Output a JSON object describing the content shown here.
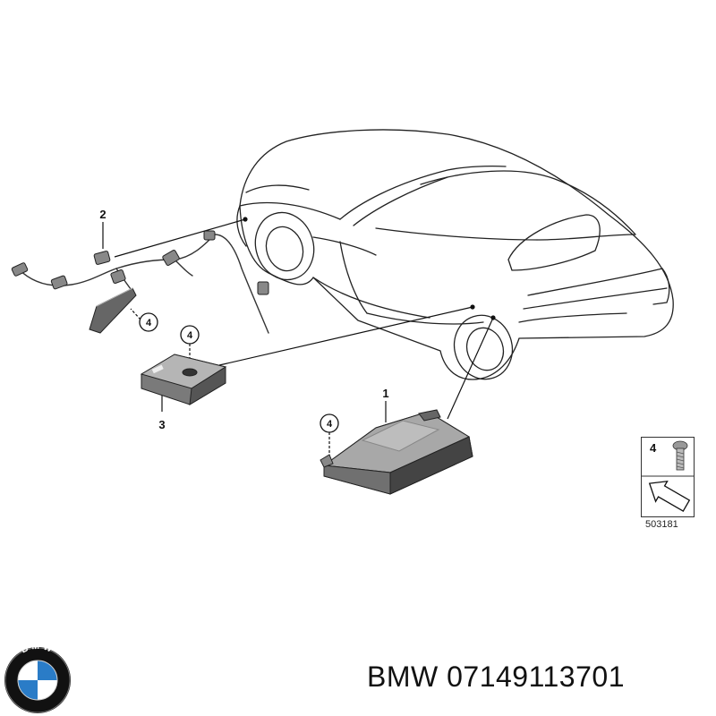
{
  "callouts": {
    "part1": "1",
    "part2": "2",
    "part3": "3",
    "screw_a": "4",
    "screw_b": "4",
    "screw_c": "4"
  },
  "legend": {
    "number": "4",
    "code": "503181"
  },
  "logo": {
    "letters": "BMW",
    "icon": "bmw-roundel-icon",
    "colors": {
      "blue": "#2a7cc7",
      "ring": "#111111",
      "white": "#ffffff"
    }
  },
  "caption": {
    "brand": "BMW",
    "part_number": "07149113701"
  }
}
